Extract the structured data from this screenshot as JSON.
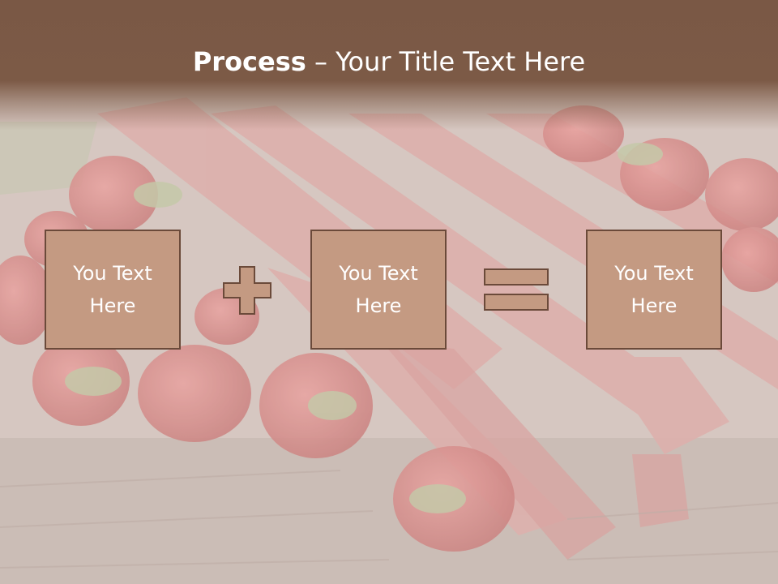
{
  "slide": {
    "title_bold": "Process",
    "title_rest": " – Your Title Text Here",
    "boxes": [
      {
        "text": "You Text\nHere"
      },
      {
        "text": "You Text\nHere"
      },
      {
        "text": "You Text\nHere"
      }
    ],
    "operators": [
      "plus-icon",
      "equals-icon"
    ]
  },
  "colors": {
    "title_band": "#7c5a46",
    "box_fill": "#c49a82",
    "box_border": "#6b4a3a",
    "text": "#ffffff"
  }
}
